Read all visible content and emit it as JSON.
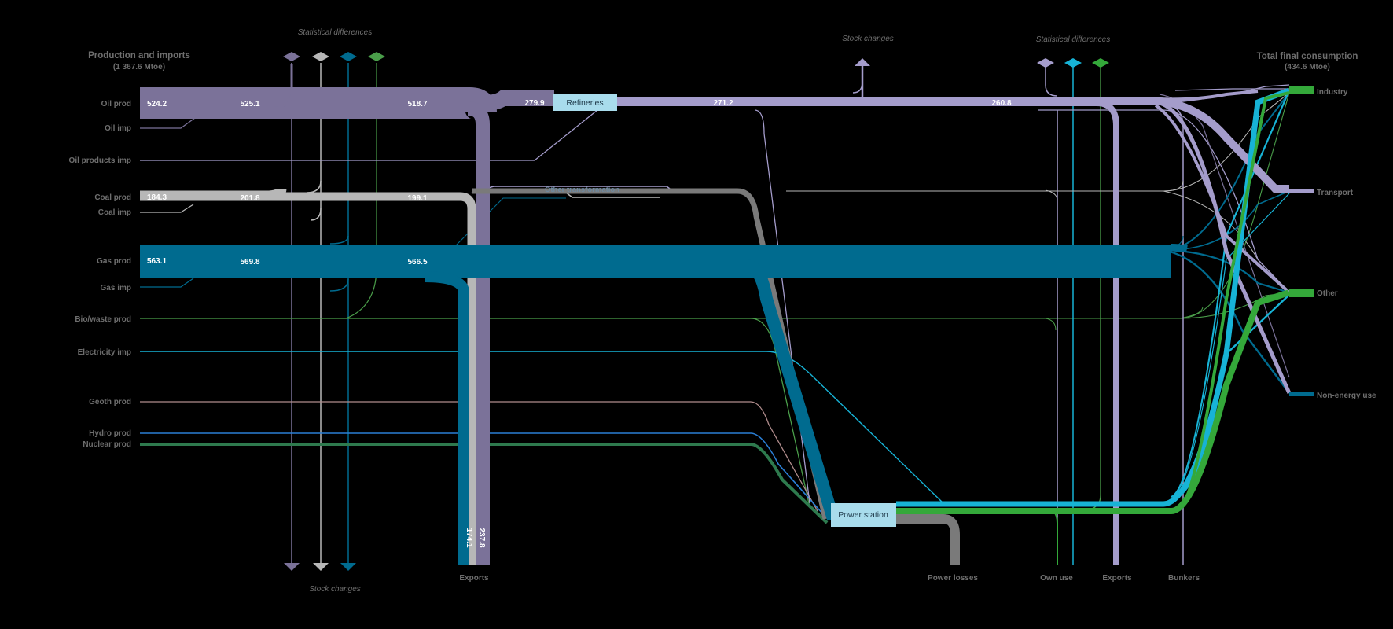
{
  "header_left": {
    "title": "Production and imports",
    "subtitle": "(1 367.6 Mtoe)"
  },
  "header_right": {
    "title": "Total final consumption",
    "subtitle": "(434.6 Mtoe)"
  },
  "annotations": {
    "stat_diff_left": "Statistical differences",
    "stock_changes_bottom": "Stock changes",
    "stock_changes_top": "Stock changes",
    "stat_diff_right": "Statistical differences",
    "other_transformation": "Other transformation"
  },
  "sources": {
    "oil_prod": "Oil prod",
    "oil_imp": "Oil imp",
    "oil_products_imp": "Oil products imp",
    "coal_prod": "Coal prod",
    "coal_imp": "Coal imp",
    "gas_prod": "Gas prod",
    "gas_imp": "Gas imp",
    "biowaste_prod": "Bio/waste prod",
    "electricity_imp": "Electricity imp",
    "geoth_prod": "Geoth prod",
    "hydro_prod": "Hydro prod",
    "nuclear_prod": "Nuclear prod"
  },
  "nodes": {
    "refineries": "Refineries",
    "power_station": "Power station"
  },
  "sinks_bottom": {
    "exports_left": "Exports",
    "power_losses": "Power losses",
    "own_use": "Own use",
    "exports_right": "Exports",
    "bunkers": "Bunkers"
  },
  "sinks_right": {
    "industry": "Industry",
    "transport": "Transport",
    "other": "Other",
    "non_energy_use": "Non-energy use"
  },
  "values": {
    "oil_prod": "524.2",
    "oil_after_imp": "525.1",
    "oil_after_stat": "518.7",
    "oil_to_refineries": "279.9",
    "refineries_out": "271.2",
    "oil_products_final": "260.8",
    "coal_prod": "184.3",
    "coal_after_imp": "201.8",
    "coal_after_stat": "199.1",
    "gas_prod": "563.1",
    "gas_after_imp": "569.8",
    "gas_after_stat": "566.5",
    "gas_exports": "174.1",
    "oil_exports": "237.8"
  },
  "colors": {
    "oil": "#7b7299",
    "oil_products": "#a49ccb",
    "coal": "#b7b7b7",
    "coal_dark": "#7a7a7a",
    "gas": "#006b8f",
    "biowaste": "#4a9e4a",
    "electricity": "#17b3d6",
    "geoth": "#b08c8c",
    "hydro": "#2a7fd6",
    "nuclear": "#2e7a4e",
    "power_out_green": "#34a83a",
    "node_box": "#a8dcec"
  }
}
